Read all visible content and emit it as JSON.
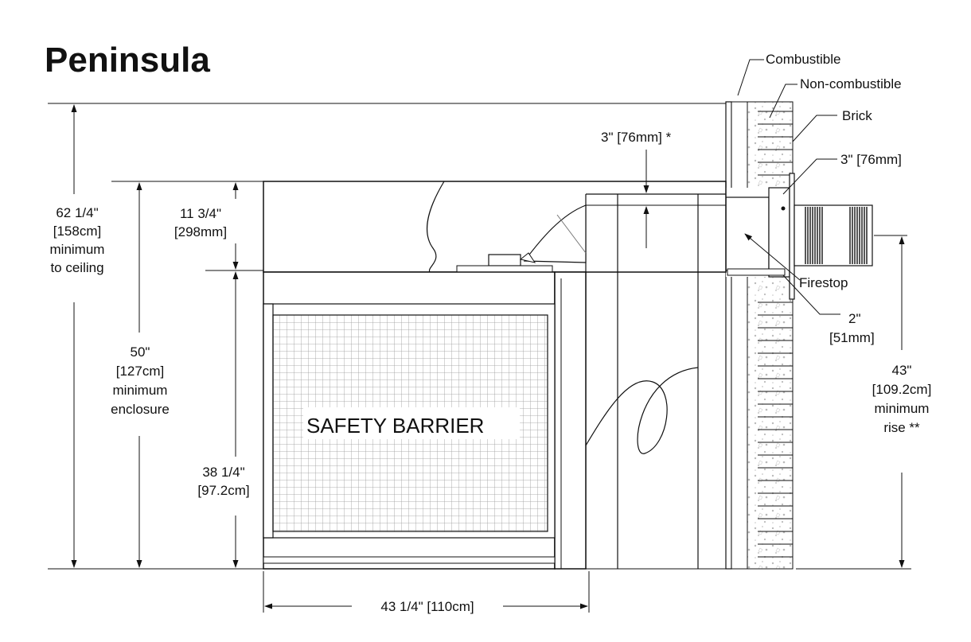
{
  "title": "Peninsula",
  "labels": {
    "combustible": "Combustible",
    "noncombustible": "Non-combustible",
    "brick": "Brick",
    "firestop": "Firestop",
    "safety_barrier": "SAFETY BARRIER"
  },
  "dimensions": {
    "ceiling": [
      "62 1/4\"",
      "[158cm]",
      "minimum",
      "to ceiling"
    ],
    "enclosure": [
      "50\"",
      "[127cm]",
      "minimum",
      "enclosure"
    ],
    "top_section": [
      "11 3/4\"",
      "[298mm]"
    ],
    "lower_section": [
      "38 1/4\"",
      "[97.2cm]"
    ],
    "width": "43 1/4\" [110cm]",
    "vent_clearance_top": "3\" [76mm] *",
    "vent_clearance_side": "3\" [76mm]",
    "firestop_gap": [
      "2\"",
      "[51mm]"
    ],
    "rise": [
      "43\"",
      "[109.2cm]",
      "minimum",
      "rise **"
    ]
  },
  "colors": {
    "line": "#111111",
    "fill": "#ffffff",
    "mesh": "#999999",
    "stone": "#bbbbbb"
  }
}
